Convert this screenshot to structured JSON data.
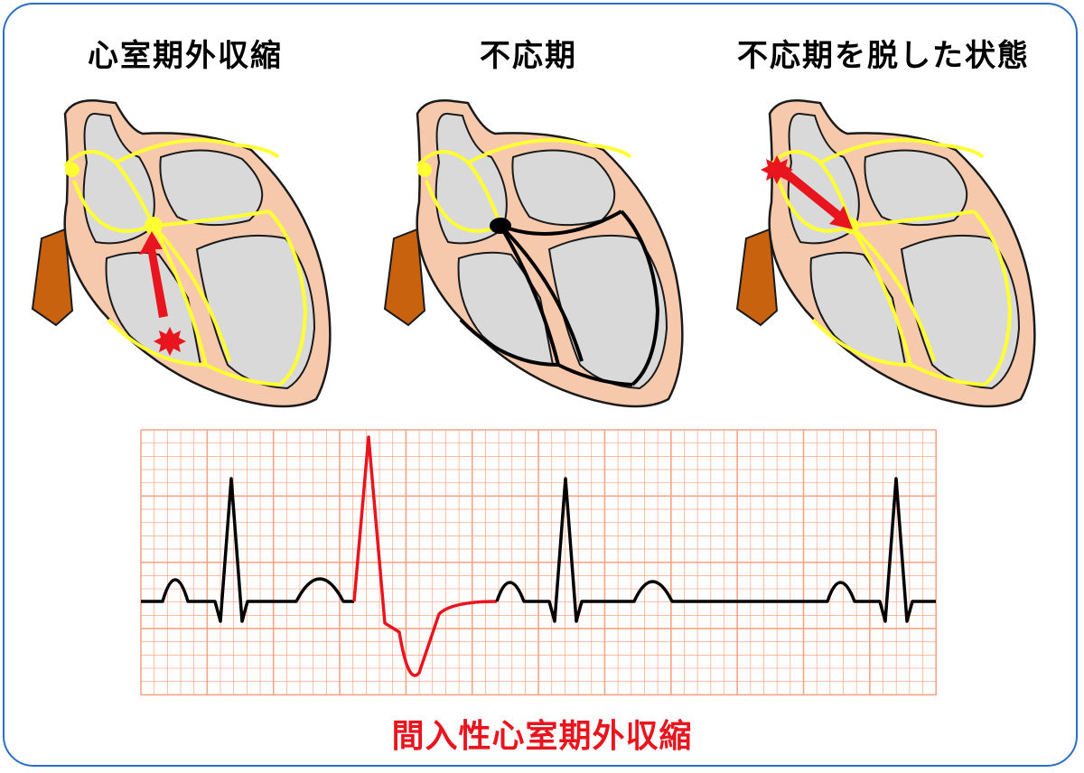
{
  "panels": [
    {
      "title": "心室期外収縮"
    },
    {
      "title": "不応期"
    },
    {
      "title": "不応期を脱した状態"
    }
  ],
  "caption": "間入性心室期外収縮",
  "colors": {
    "border": "#2b6fc4",
    "heart_wall": "#f6c9ad",
    "heart_outline": "#1a1a1a",
    "chamber": "#d9d9d9",
    "aorta_stub": "#c8620f",
    "conduction_normal": "#ffff33",
    "conduction_refractory": "#000000",
    "impulse": "#e8141e",
    "ecg_grid": "#f4a487",
    "ecg_normal": "#000000",
    "ecg_pvc": "#e8141e"
  }
}
